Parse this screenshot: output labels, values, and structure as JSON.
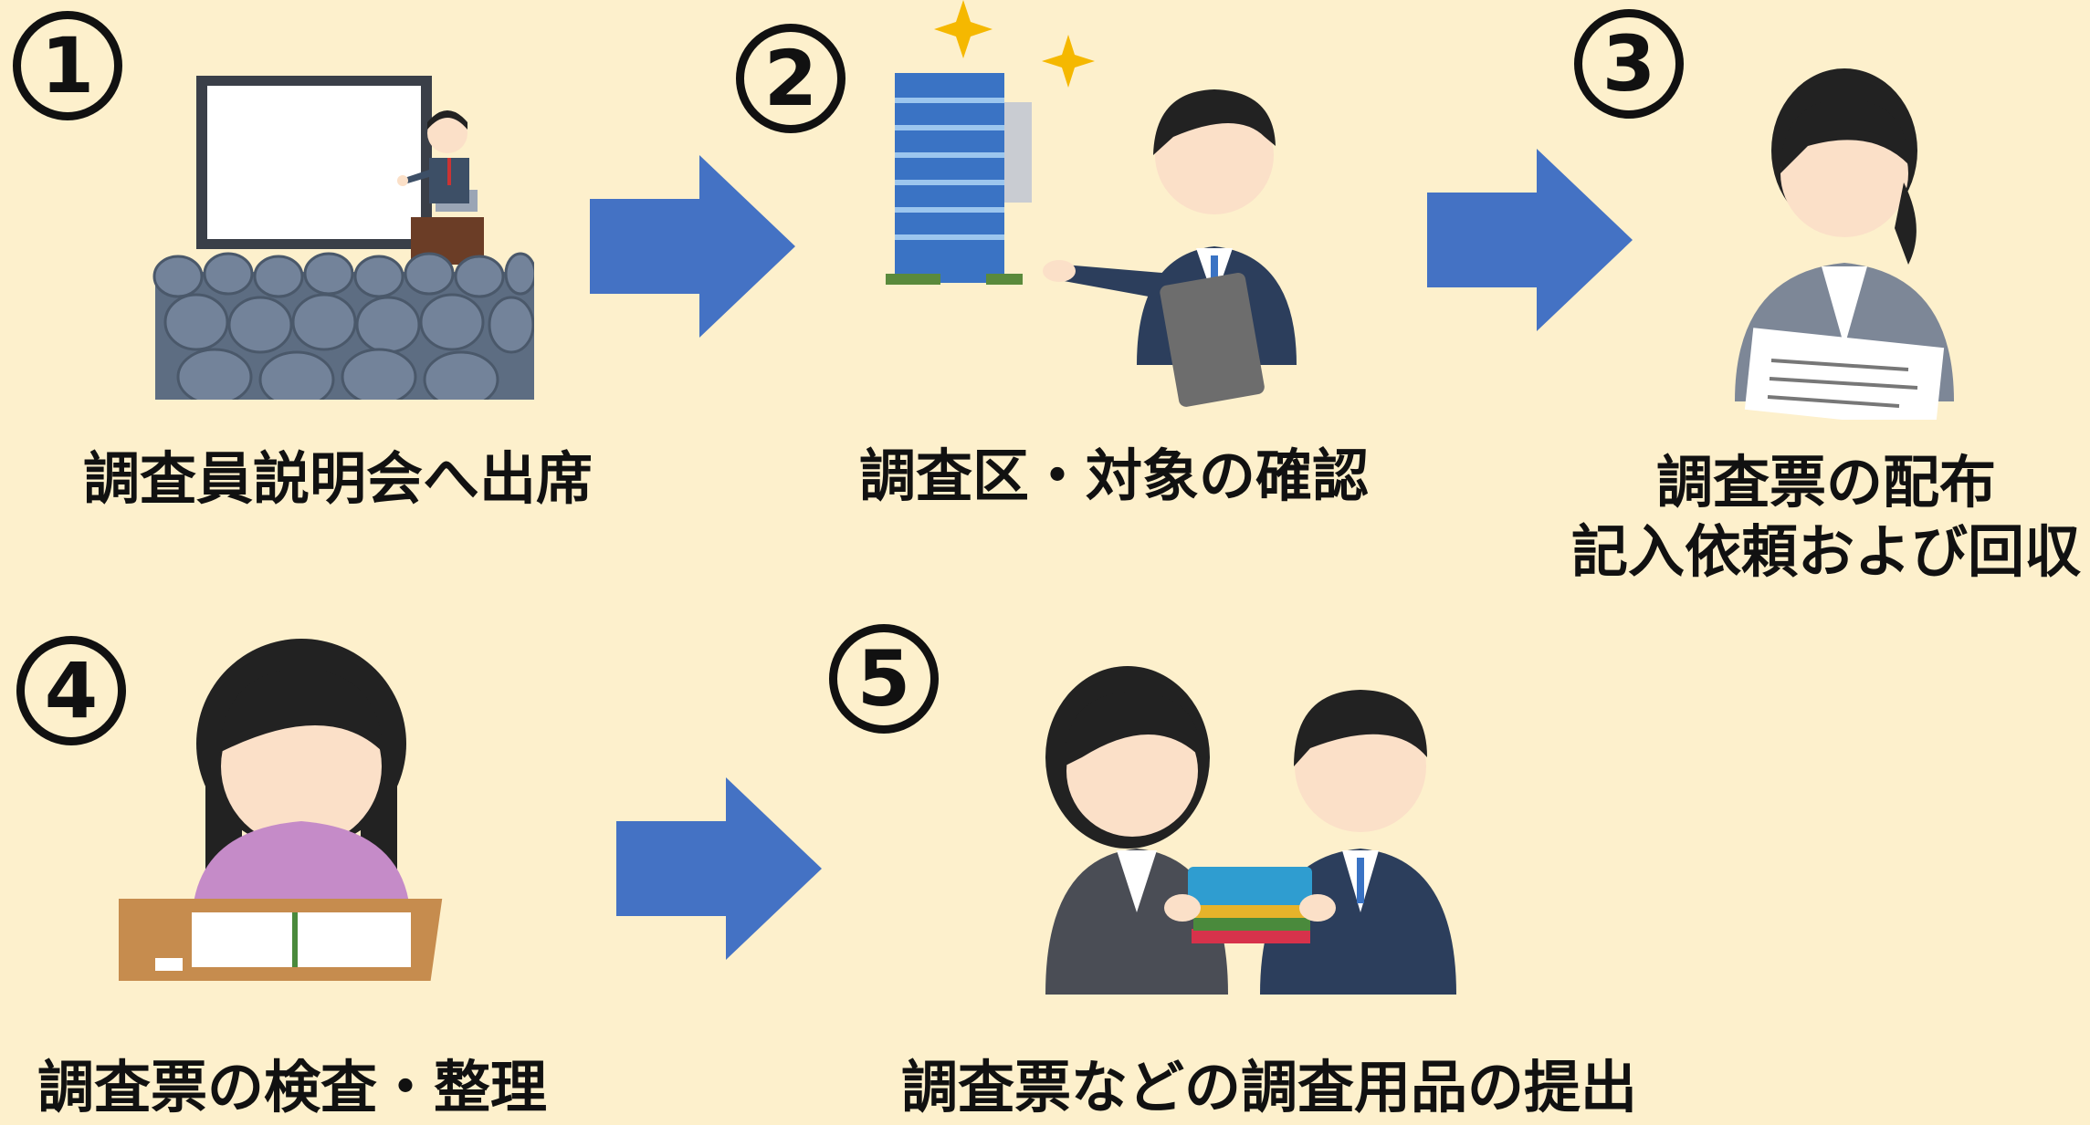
{
  "steps": [
    {
      "number": "1",
      "label": "調査員説明会へ出席"
    },
    {
      "number": "2",
      "label": "調査区・対象の確認"
    },
    {
      "number": "3",
      "label_line1": "調査票の配布",
      "label_line2": "記入依頼および回収"
    },
    {
      "number": "4",
      "label": "調査票の検査・整理"
    },
    {
      "number": "5",
      "label": "調査票などの調査用品の提出"
    }
  ],
  "colors": {
    "background": "#fdf0cc",
    "arrow": "#4472c4",
    "suit": "#3d4f66",
    "skin": "#fbe0c8"
  },
  "icons": [
    "lecture-illustration",
    "office-building-illustration",
    "distribution-illustration",
    "checking-illustration",
    "submission-illustration",
    "right-arrow-icon"
  ]
}
